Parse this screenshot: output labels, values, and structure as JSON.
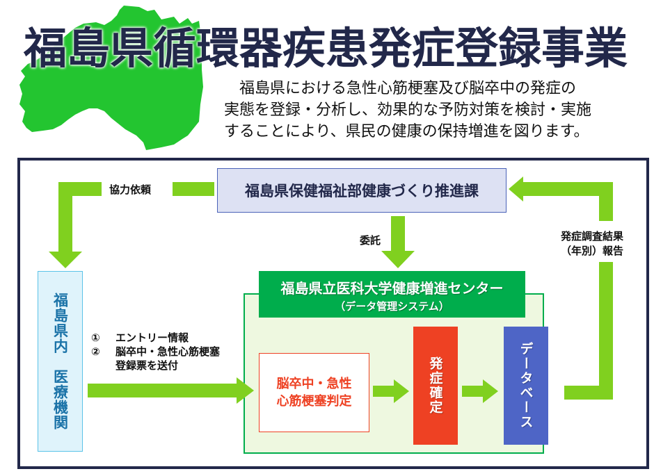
{
  "header": {
    "title": "福島県循環器疾患発症登録事業",
    "description_lines": [
      "　福島県における急性心筋梗塞及び脳卒中の発症の",
      "実態を登録・分析し、効果的な予防対策を検討・実施",
      "することにより、県民の健康の保持増進を図ります。"
    ],
    "map_icon": "fukushima-prefecture-map"
  },
  "diagram": {
    "dept_box": {
      "label": "福島県保健福祉部健康づくり推進課"
    },
    "clinic_box": {
      "label": "福島県内　医療機関"
    },
    "center": {
      "title": "福島県立医科大学健康増進センター",
      "subtitle": "（データ管理システム）"
    },
    "judgement_box": {
      "line1": "脳卒中・急性",
      "line2": "心筋梗塞判定"
    },
    "onset_box": {
      "label": "発症確定"
    },
    "database_box": {
      "label": "データベース"
    },
    "arrows": {
      "cooperation_request": "協力依頼",
      "commission": "委託",
      "report_line1": "発症調査結果",
      "report_line2": "（年別）報告",
      "submission_steps": [
        {
          "num": "①",
          "text": "エントリー情報"
        },
        {
          "num": "②",
          "text": "脳卒中・急性心筋梗塞"
        },
        {
          "num": "",
          "text": "登録票を送付"
        }
      ]
    }
  },
  "colors": {
    "title": "#22284a",
    "map_green": "#23c530",
    "arrow_green": "#80d01f",
    "center_green": "#00ad4c",
    "container_fill": "#eef8e0",
    "dept_fill": "#dde1f3",
    "dept_border": "#4a62b8",
    "clinic_fill": "#dff3fb",
    "clinic_text": "#1b73a8",
    "onset_red": "#ee4123",
    "database_blue": "#4e65c6",
    "frame": "#22284a"
  }
}
